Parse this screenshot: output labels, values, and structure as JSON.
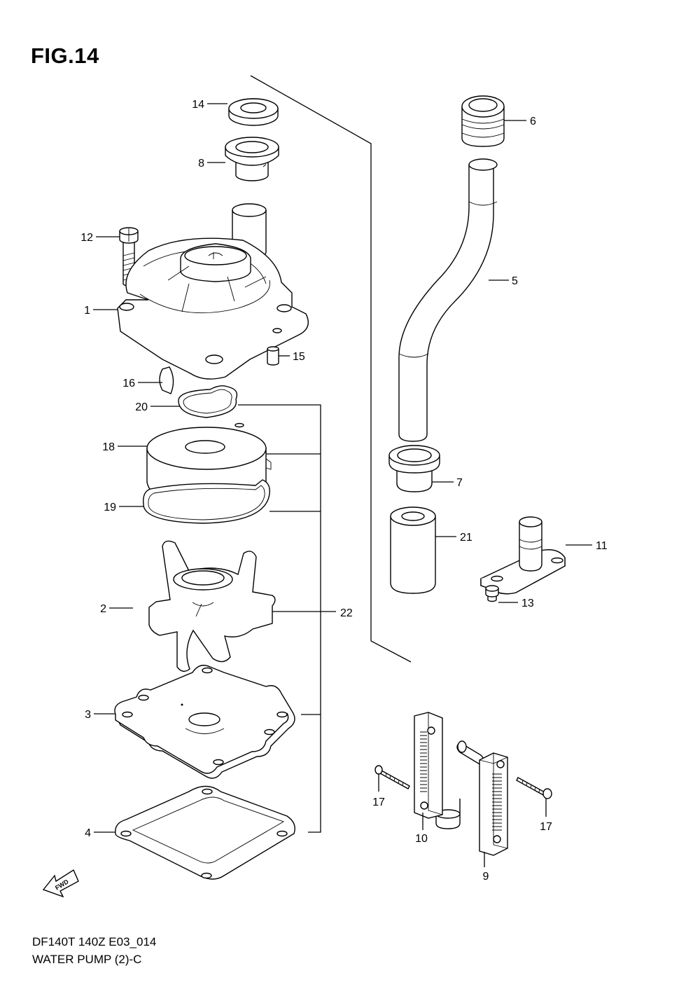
{
  "header": {
    "figure_title": "FIG.14"
  },
  "footer": {
    "model_code": "DF140T 140Z E03_014",
    "caption": "WATER PUMP (2)-C"
  },
  "orientation": {
    "fwd_label": "FWD",
    "icon": "fwd-arrow-icon"
  },
  "callouts": [
    "14",
    "8",
    "12",
    "1",
    "15",
    "16",
    "20",
    "18",
    "19",
    "2",
    "22",
    "3",
    "4",
    "6",
    "5",
    "7",
    "21",
    "11",
    "13",
    "17",
    "10",
    "9",
    "17"
  ]
}
